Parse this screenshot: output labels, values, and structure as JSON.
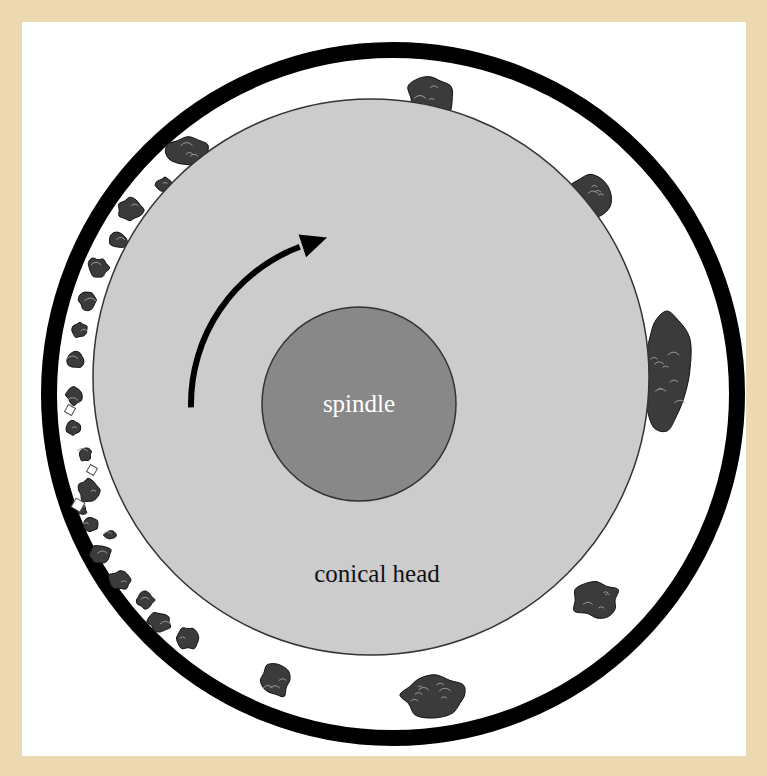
{
  "diagram": {
    "nodes": [
      {
        "text": [
          "conical head"
        ]
      },
      {
        "text": [
          "spindle"
        ],
        "in": 0
      }
    ]
  }
}
